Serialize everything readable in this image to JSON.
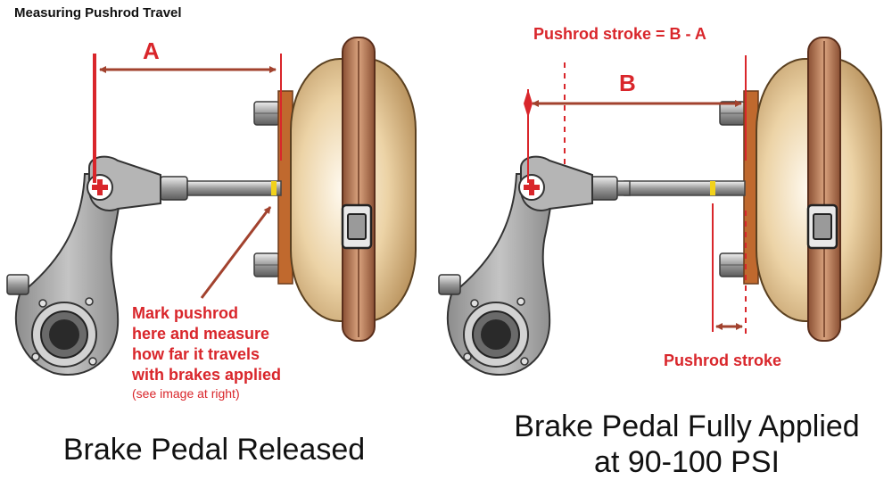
{
  "title": "Measuring Pushrod Travel",
  "left": {
    "dimension_label": "A",
    "note_lines": [
      "Mark pushrod",
      "here and measure",
      "how far it travels",
      "with brakes applied"
    ],
    "note_sub": "(see image at right)",
    "caption": "Brake Pedal Released"
  },
  "right": {
    "formula": "Pushrod stroke = B - A",
    "dimension_label": "B",
    "stroke_label": "Pushrod stroke",
    "caption_line1": "Brake Pedal Fully Applied",
    "caption_line2": "at 90-100 PSI"
  },
  "colors": {
    "annotation": "#d9262b",
    "dimension_arrow": "#a2422e",
    "chamber": "#e9cfa0",
    "clamp_ring": "#b97a5a",
    "mount_plate": "#c0692e",
    "slack_adjuster": "#a9a9a9",
    "pushrod_mark": "#f2d21b"
  }
}
